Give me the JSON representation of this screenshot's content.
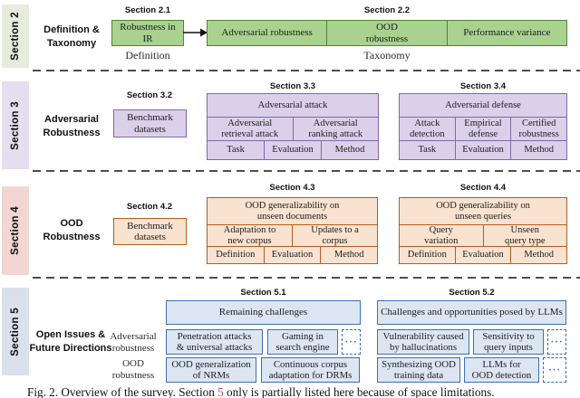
{
  "colors": {
    "green_fill": "#aad28f",
    "green_border": "#538135",
    "green_bar": "#e6ecdb",
    "purple_fill": "#dbd0ea",
    "purple_border": "#8465ac",
    "purple_bar": "#e6deee",
    "orange_fill": "#f9e3d0",
    "orange_border": "#b55c1c",
    "pink_bar": "#f3d6d1",
    "blue_fill": "#dce6f3",
    "blue_border": "#3d6eb5",
    "blue_bar": "#d9e1ec",
    "link_color": "#c0457c"
  },
  "section2": {
    "tab": "Section 2",
    "title": "Definition &\nTaxonomy",
    "s21_header": "Section 2.1",
    "s21_box": "Robustness in\nIR",
    "s21_caption": "Definition",
    "s22_header": "Section 2.2",
    "s22_cells": [
      "Adversarial robustness",
      "OOD\nrobustness",
      "Performance variance"
    ],
    "s22_caption": "Taxonomy"
  },
  "section3": {
    "tab": "Section 3",
    "title": "Adversarial\nRobustness",
    "s32_header": "Section 3.2",
    "s32_box": "Benchmark\ndatasets",
    "s33_header": "Section 3.3",
    "s33_title": "Adversarial attack",
    "s33_mid": [
      "Adversarial\nretrieval attack",
      "Adversarial\nranking attack"
    ],
    "s33_bottom": [
      "Task",
      "Evaluation",
      "Method"
    ],
    "s34_header": "Section 3.4",
    "s34_title": "Adversarial defense",
    "s34_mid": [
      "Attack\ndetection",
      "Empirical\ndefense",
      "Certified\nrobustness"
    ],
    "s34_bottom": [
      "Task",
      "Evaluation",
      "Method"
    ]
  },
  "section4": {
    "tab": "Section 4",
    "title": "OOD\nRobustness",
    "s42_header": "Section 4.2",
    "s42_box": "Benchmark\ndatasets",
    "s43_header": "Section 4.3",
    "s43_title": "OOD generalizability on\nunseen documents",
    "s43_mid": [
      "Adaptation to\nnew corpus",
      "Updates to a\ncorpus"
    ],
    "s43_bottom": [
      "Definition",
      "Evaluation",
      "Method"
    ],
    "s44_header": "Section 4.4",
    "s44_title": "OOD generalizability on\nunseen queries",
    "s44_mid": [
      "Query\nvariation",
      "Unseen\nquery type"
    ],
    "s44_bottom": [
      "Definition",
      "Evaluation",
      "Method"
    ]
  },
  "section5": {
    "tab": "Section 5",
    "title": "Open Issues &\nFuture Directions",
    "row_labels": [
      "Adversarial\nrobustness",
      "OOD\nrobustness"
    ],
    "s51_header": "Section 5.1",
    "s51_title": "Remaining challenges",
    "s51_row1": [
      "Penetration attacks\n& universal attacks",
      "Gaming in\nsearch engine"
    ],
    "s51_row1_more": "···",
    "s51_row2": [
      "OOD generalization\nof NRMs",
      "Continuous corpus\nadaptation for DRMs"
    ],
    "s52_header": "Section 5.2",
    "s52_title": "Challenges and opportunities posed by LLMs",
    "s52_row1": [
      "Vulnerability caused\nby hallucinations",
      "Sensitivity to\nquery inputs"
    ],
    "s52_row1_more": "···",
    "s52_row2": [
      "Synthesizing OOD\ntraining data",
      "LLMs for\nOOD detection"
    ],
    "s52_row2_more": "···"
  },
  "caption": {
    "prefix": "Fig. 2.  Overview of the survey. Section ",
    "link": "5",
    "suffix": " only is partially listed here because of space limitations."
  }
}
